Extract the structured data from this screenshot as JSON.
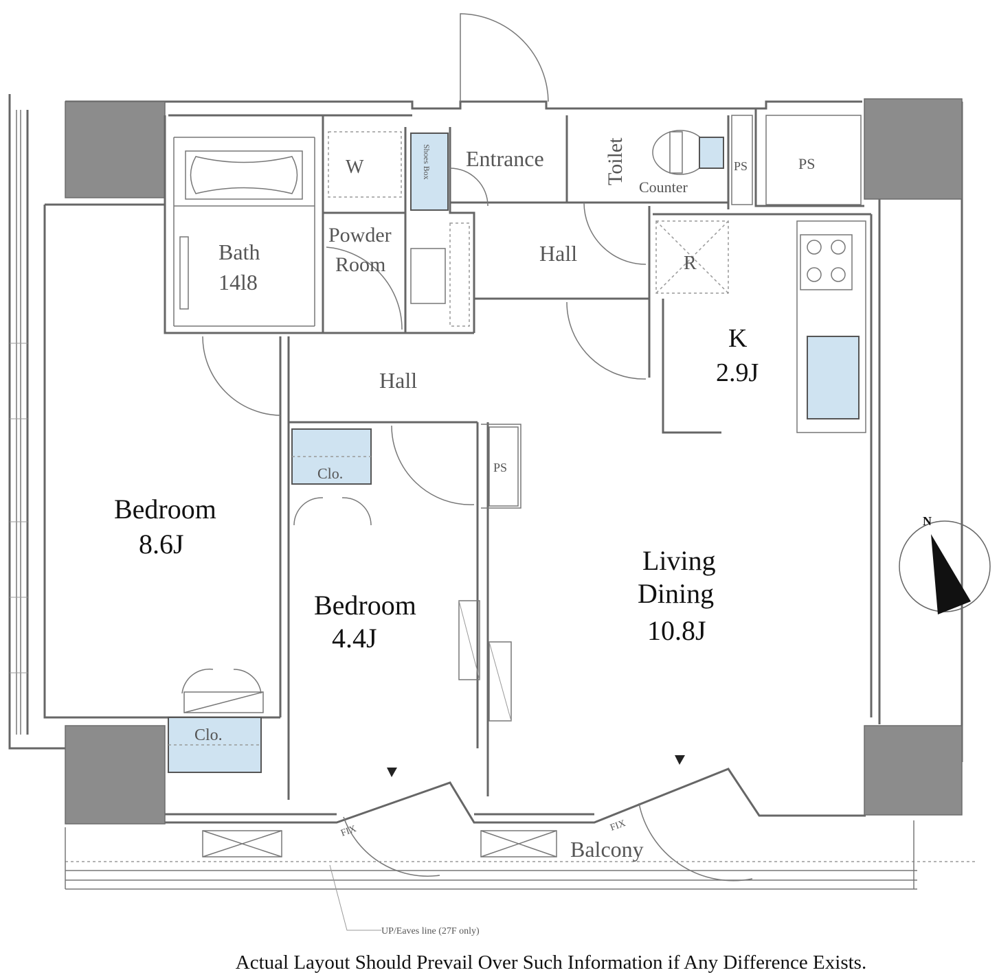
{
  "rooms": {
    "bath": {
      "name": "Bath",
      "size": "14l8"
    },
    "powder_room": {
      "line1": "Powder",
      "line2": "Room"
    },
    "washer": "W",
    "shoes_box": "Shoes Box",
    "entrance": "Entrance",
    "toilet": "Toilet",
    "counter": "Counter",
    "ps_small": "PS",
    "ps_corner": "PS",
    "ps_mid": "PS",
    "hall_upper": "Hall",
    "hall_lower": "Hall",
    "refrigerator": "R",
    "kitchen": {
      "name": "K",
      "size": "2.9J"
    },
    "bedroom_large": {
      "name": "Bedroom",
      "size": "8.6J"
    },
    "bedroom_small": {
      "name": "Bedroom",
      "size": "4.4J"
    },
    "closet_small": "Clo.",
    "closet_large": "Clo.",
    "living": {
      "line1": "Living",
      "line2": "Dining",
      "size": "10.8J"
    },
    "balcony": "Balcony",
    "fix_left": "FIX",
    "fix_right": "FIX",
    "eaves_note": "UP/Eaves line (27F only)"
  },
  "compass": {
    "north_label": "N"
  },
  "disclaimer": "Actual Layout Should Prevail Over Such Information if Any Difference Exists.",
  "colors": {
    "storage_blue": "#cfe3f1",
    "column_grey": "#8c8c8c"
  }
}
